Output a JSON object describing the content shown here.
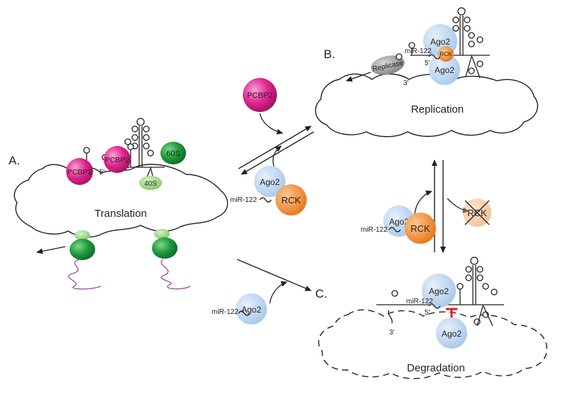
{
  "panels": {
    "a": {
      "letter": "A.",
      "title": "Translation",
      "pcbp2_1": "PCBP2",
      "pcbp2_2": "PCBP2",
      "five_prime": "5'",
      "ribo_60s": "60S",
      "ribo_40s": "40S"
    },
    "b": {
      "letter": "B.",
      "title": "Replication",
      "replicase": "Replicase",
      "ago2_top": "Ago2",
      "ago2_bottom": "Ago2",
      "mir": "miR-122",
      "rck": "RCK",
      "five_prime": "5'",
      "three_prime": "3'"
    },
    "c": {
      "letter": "C.",
      "title": "Degradation",
      "ago2_top": "Ago2",
      "ago2_bottom": "Ago2",
      "mir": "miR-122",
      "five_prime": "5'",
      "three_prime": "3'"
    }
  },
  "free_complexes": {
    "pcbp2": "PCBP2",
    "ago2_rck_mid": {
      "ago2": "Ago2",
      "mir": "miR-122",
      "rck": "RCK"
    },
    "ago2_rck_right": {
      "ago2": "Ago2",
      "mir": "miR-122",
      "rck": "RCK",
      "rck_crossed": "RCK"
    },
    "ago2_free": {
      "ago2": "Ago2",
      "mir": "miR-122"
    }
  },
  "colors": {
    "pcbp2": "#e0268f",
    "ribo_green": "#1f9a3e",
    "ribo_light": "#8ed37a",
    "ago2": "#b9d3ef",
    "rck": "#f08a2b",
    "rck_faded": "#f7c89b",
    "replicase": "#9a9a9a",
    "inhibit": "#e2231a",
    "peptide": "#9b4aa0"
  }
}
